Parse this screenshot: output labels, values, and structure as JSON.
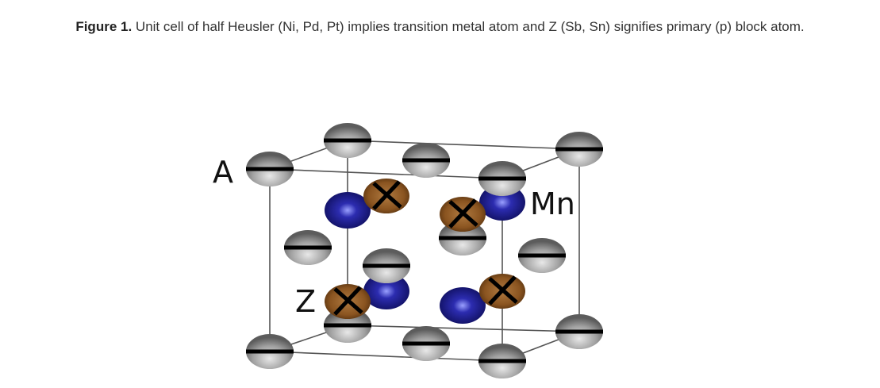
{
  "caption": {
    "label": "Figure 1.",
    "text": " Unit cell of half Heusler (Ni, Pd, Pt) implies transition metal atom and Z (Sb, Sn) signifies primary (p) block atom."
  },
  "figure": {
    "labels": {
      "a": "A",
      "mn": "Mn",
      "z": "Z"
    },
    "colors": {
      "a_atom": "#8a8a8a",
      "mn_atom": "#1a1a8c",
      "z_atom": "#7a4a1e",
      "cell_edge": "#555555"
    }
  }
}
